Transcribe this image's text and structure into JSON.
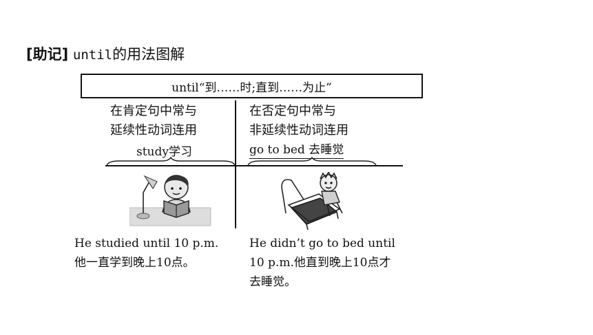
{
  "heading": {
    "tag": "[助记]",
    "word": "until",
    "rest": "的用法图解"
  },
  "definition": "until“到……时;直到……为止”",
  "left": {
    "line1": "在肯定句中常与",
    "line2": "延续性动词连用",
    "word": "study学习",
    "example_en": "He studied until 10 p.m.",
    "example_cn": "他一直学到晚上10点。"
  },
  "right": {
    "line1": "在否定句中常与",
    "line2": "非延续性动词连用",
    "word": "go to bed 去睡觉",
    "example_line1": "He didn’t go to bed until",
    "example_line2": "10 p.m.他直到晚上10点才",
    "example_line3": "去睡觉。"
  }
}
